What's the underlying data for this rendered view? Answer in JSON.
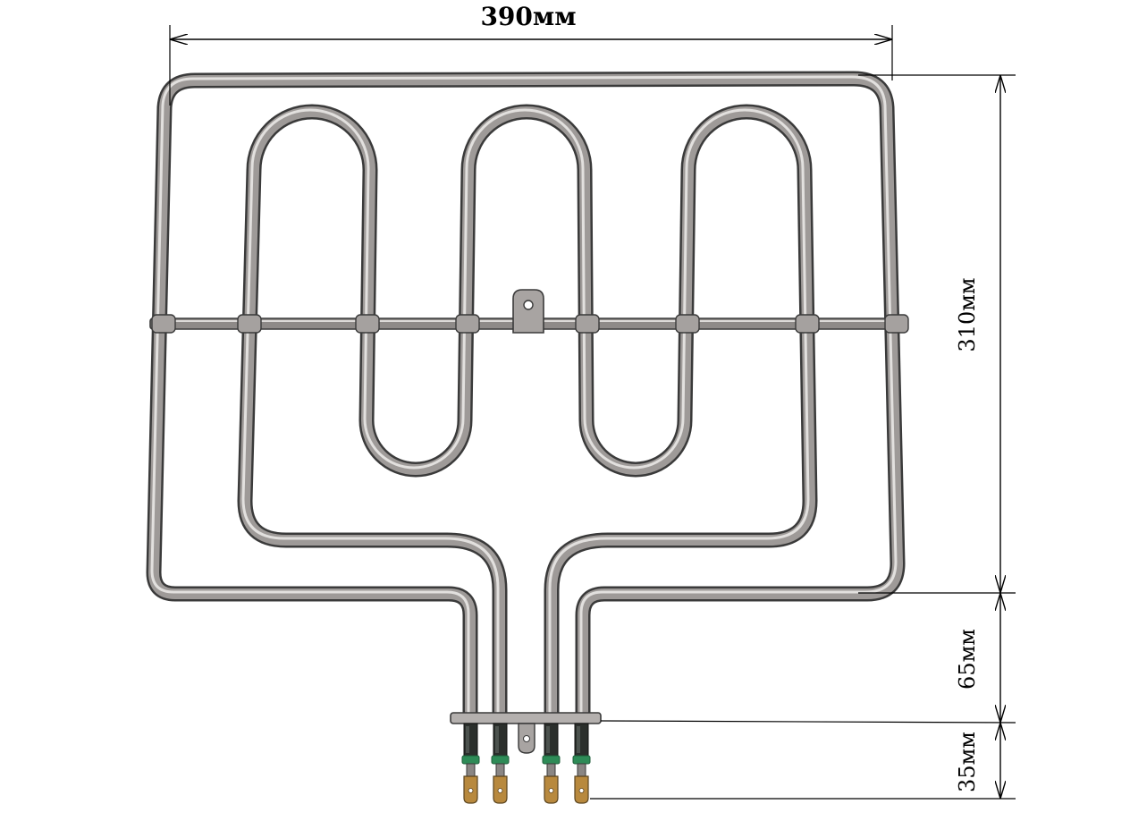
{
  "dimensions": {
    "width": "390мм",
    "height": "310мм",
    "stem": "65мм",
    "terminals": "35мм"
  },
  "colors": {
    "tube_outline": "#3a3a3a",
    "tube_body": "#9e9a98",
    "tube_highlight": "#e2e0de",
    "terminal_insulator": "#2b2f2c",
    "terminal_ring": "#2e8b57",
    "terminal_lug": "#b8893e",
    "dimension_line": "#000000"
  },
  "components": {
    "heating_coils": 2,
    "cross_bar_clips": 8,
    "terminals": 4
  }
}
